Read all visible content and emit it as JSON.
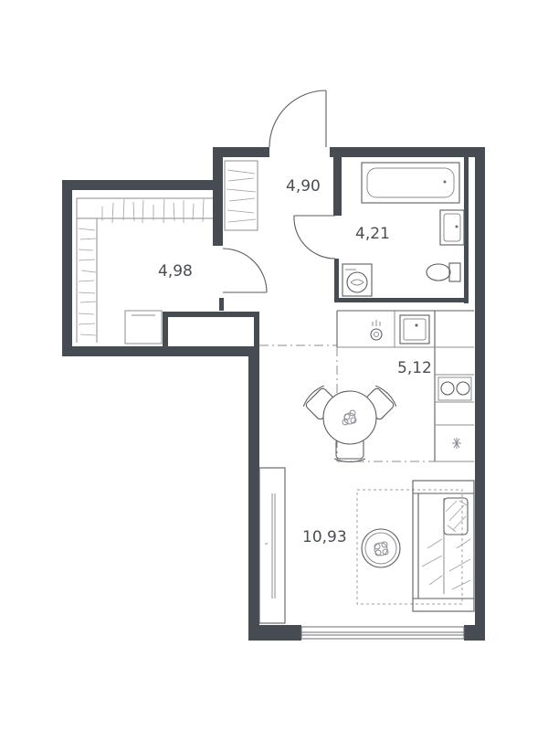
{
  "rooms": {
    "hall_area": "4,90",
    "bathroom_area": "4,21",
    "storage_area": "4,98",
    "kitchen_area": "5,12",
    "living_area": "10,93"
  },
  "colors": {
    "wall": "#474b52",
    "line": "#8a8d92",
    "text": "#4a4d52"
  }
}
